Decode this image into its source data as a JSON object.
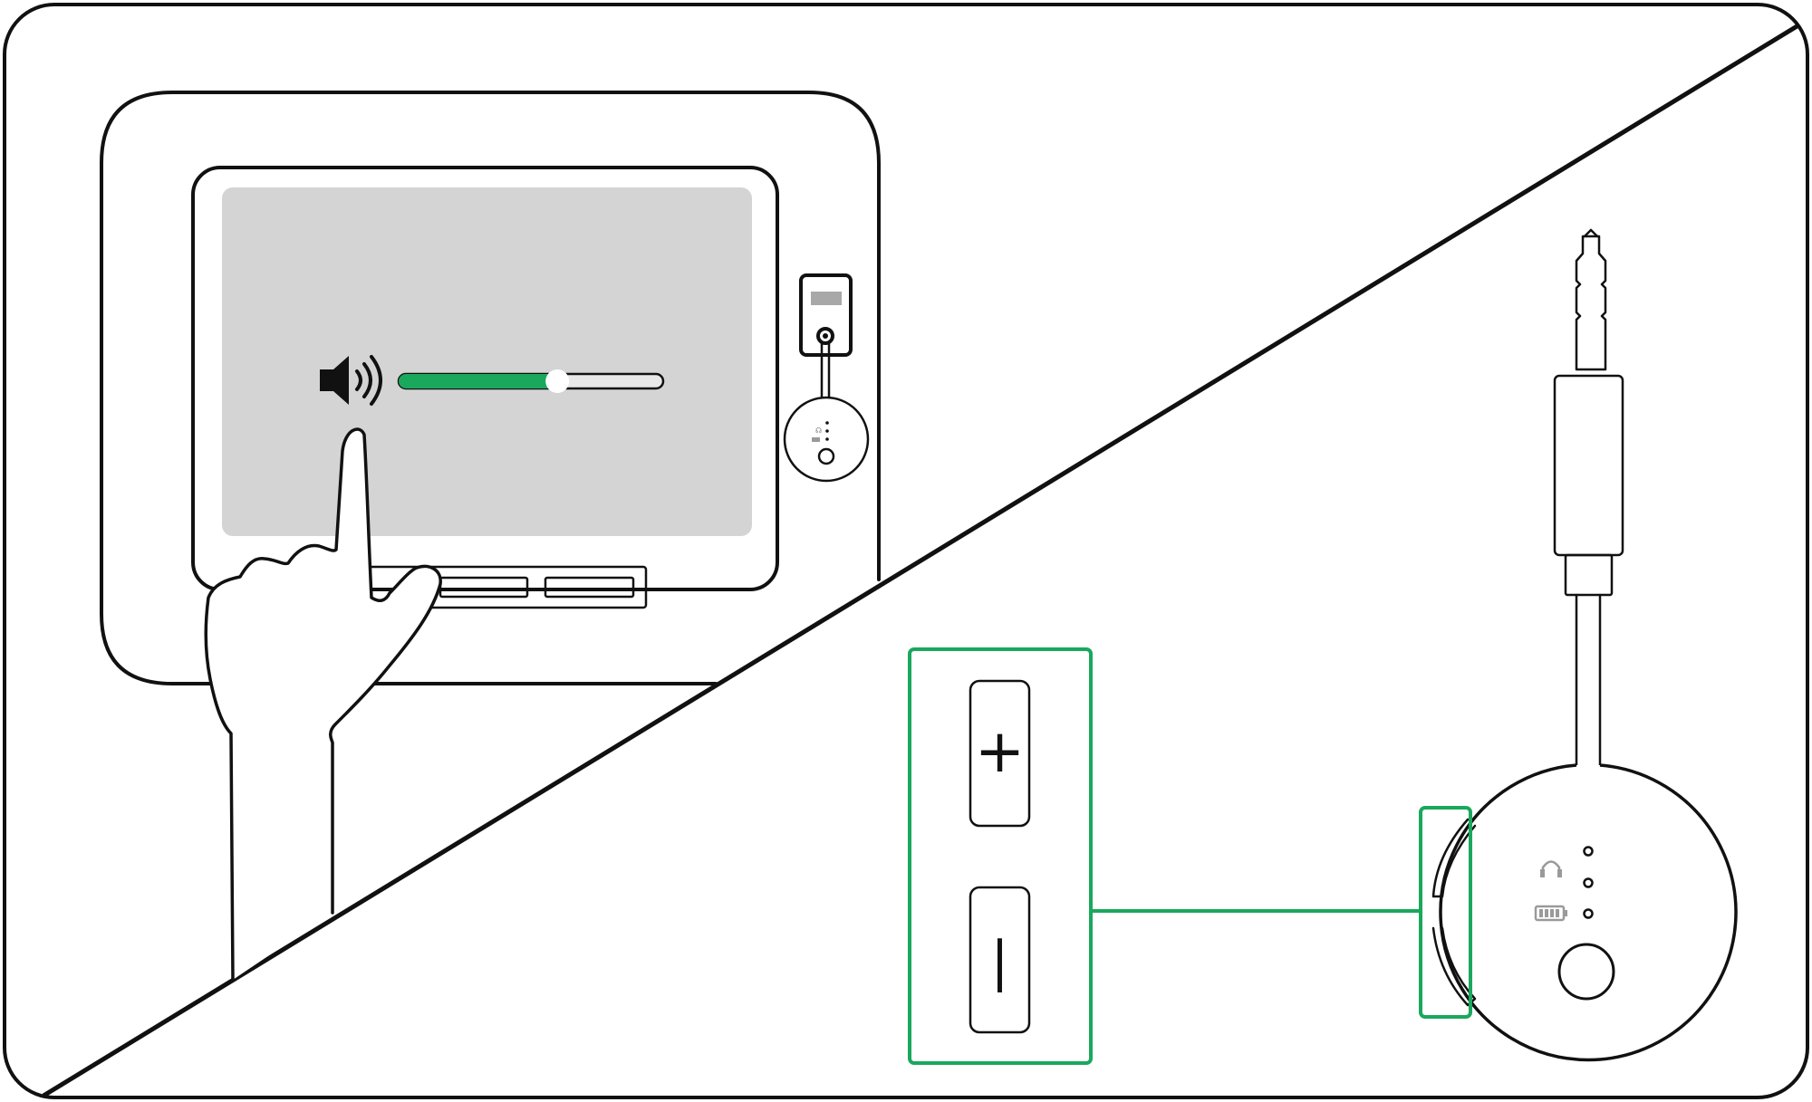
{
  "colors": {
    "outline": "#111111",
    "highlight": "#1aa85c",
    "screen": "#d4d4d4",
    "slider_fill": "#1aa85c",
    "indicator_grey": "#9a9a9a"
  },
  "tablet": {
    "volume_slider": {
      "level": 0.6
    },
    "icons": [
      "speaker-volume-icon"
    ]
  },
  "hand": {
    "gesture": "pointing-finger"
  },
  "transmitter": {
    "icons": [
      "headphone-icon",
      "battery-icon"
    ],
    "buttons": [
      "volume-up-button",
      "volume-down-button",
      "power-button"
    ]
  },
  "zoom_callout": {
    "plus_symbol": "+",
    "minus_symbol": "|"
  }
}
